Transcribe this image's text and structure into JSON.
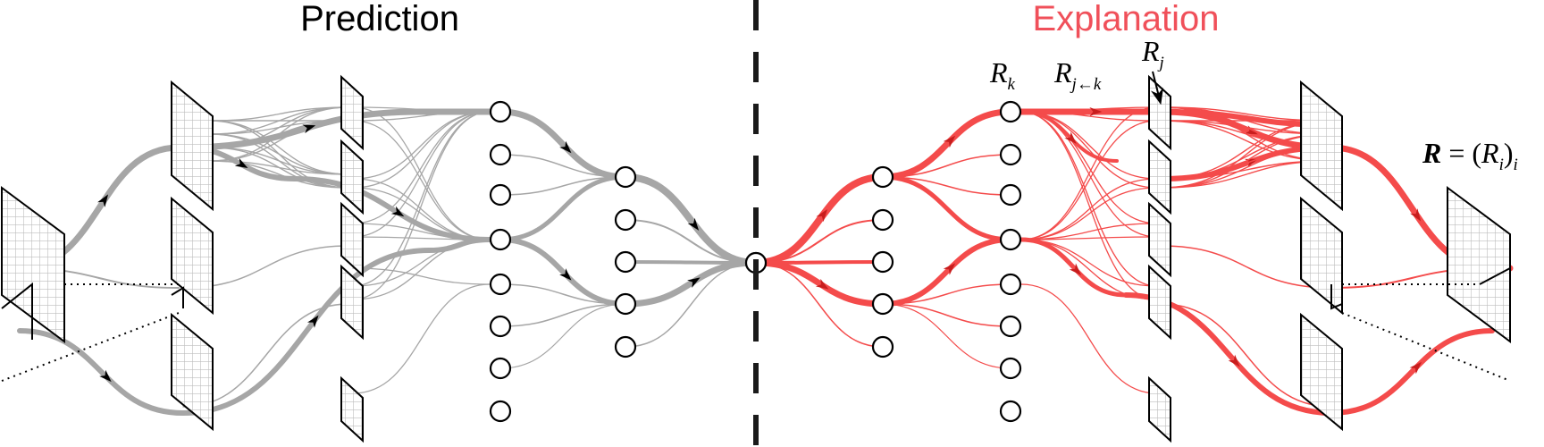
{
  "titles": {
    "prediction": "Prediction",
    "explanation": "Explanation"
  },
  "labels": {
    "r_k": {
      "main": "R",
      "sub": "k"
    },
    "r_jk": {
      "main": "R",
      "sub": "j←k"
    },
    "r_j": {
      "main": "R",
      "sub": "j"
    },
    "r_vec": {
      "bold": "R",
      "eq": " = (",
      "inner": "R",
      "inner_sub": "i",
      "close": ")",
      "sub": "i"
    }
  },
  "colors": {
    "prediction": "#a6a6a6",
    "explanation": "#f44b4b",
    "title_explanation": "#f0505a",
    "ink": "#000000"
  }
}
